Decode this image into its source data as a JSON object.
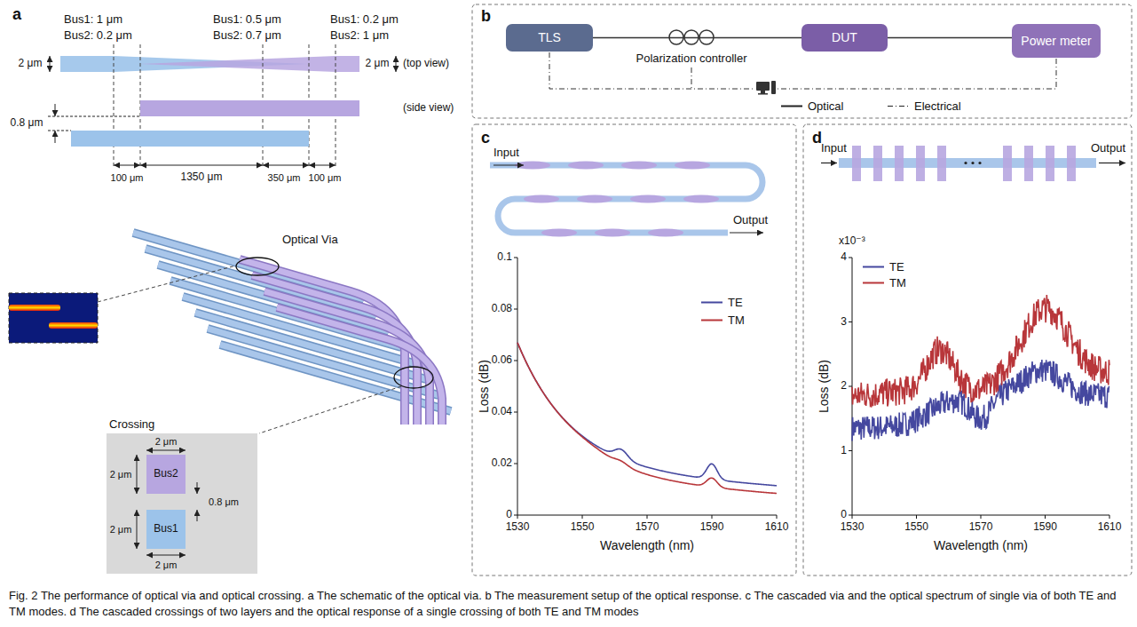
{
  "diagram": {
    "caption": "Fig. 2 The performance of optical via and optical crossing. a The schematic of the optical via. b The measurement setup of the optical response. c The cascaded via and the optical spectrum of single via of both TE and TM modes. d The cascaded crossings of two layers and the optical response of a single crossing of both TE and TM modes",
    "nodes": [
      {
        "text": [
          "Bus2"
        ]
      },
      {
        "text": [
          "Bus1"
        ]
      },
      {
        "text": [
          "TLS"
        ]
      },
      {
        "text": [
          "DUT"
        ]
      },
      {
        "text": [
          "Power meter"
        ]
      }
    ],
    "edges": [
      {
        "from": 2,
        "to": 3,
        "arrow": "none"
      },
      {
        "from": 3,
        "to": 4,
        "arrow": "none"
      }
    ],
    "labels": [
      "a",
      "Bus1: 1 μm",
      "Bus2: 0.2 μm",
      "Bus1: 0.5 μm",
      "Bus2: 0.7 μm",
      "Bus1: 0.2 μm",
      "Bus2: 1 μm",
      "2 μm",
      "2 μm",
      "(top view)",
      "(side view)",
      "0.8 μm",
      "100 μm",
      "1350 μm",
      "350 μm",
      "100 μm",
      "Optical Via",
      "Crossing",
      "2 μm",
      "2 μm",
      "0.8 μm",
      "2 μm",
      "2 μm",
      "b",
      "Polarization controller",
      "c",
      "Input",
      "Output",
      "Loss (dB)",
      "0.1",
      "0.08",
      "0.06",
      "0.04",
      "0.02",
      "0",
      "1530",
      "1550",
      "1570",
      "1590",
      "1610",
      "Wavelength (nm)",
      "d",
      "Input",
      "Output",
      "x10⁻³",
      "Loss (dB)",
      "4",
      "3",
      "2",
      "1",
      "0",
      "1530",
      "1550",
      "1570",
      "1590",
      "1610",
      "Wavelength (nm)"
    ],
    "legend": [
      {
        "text": "Optical"
      },
      {
        "text": "Electrical"
      },
      {
        "text": "TE"
      },
      {
        "text": "TM"
      },
      {
        "text": "TE"
      },
      {
        "text": "TM"
      }
    ]
  }
}
